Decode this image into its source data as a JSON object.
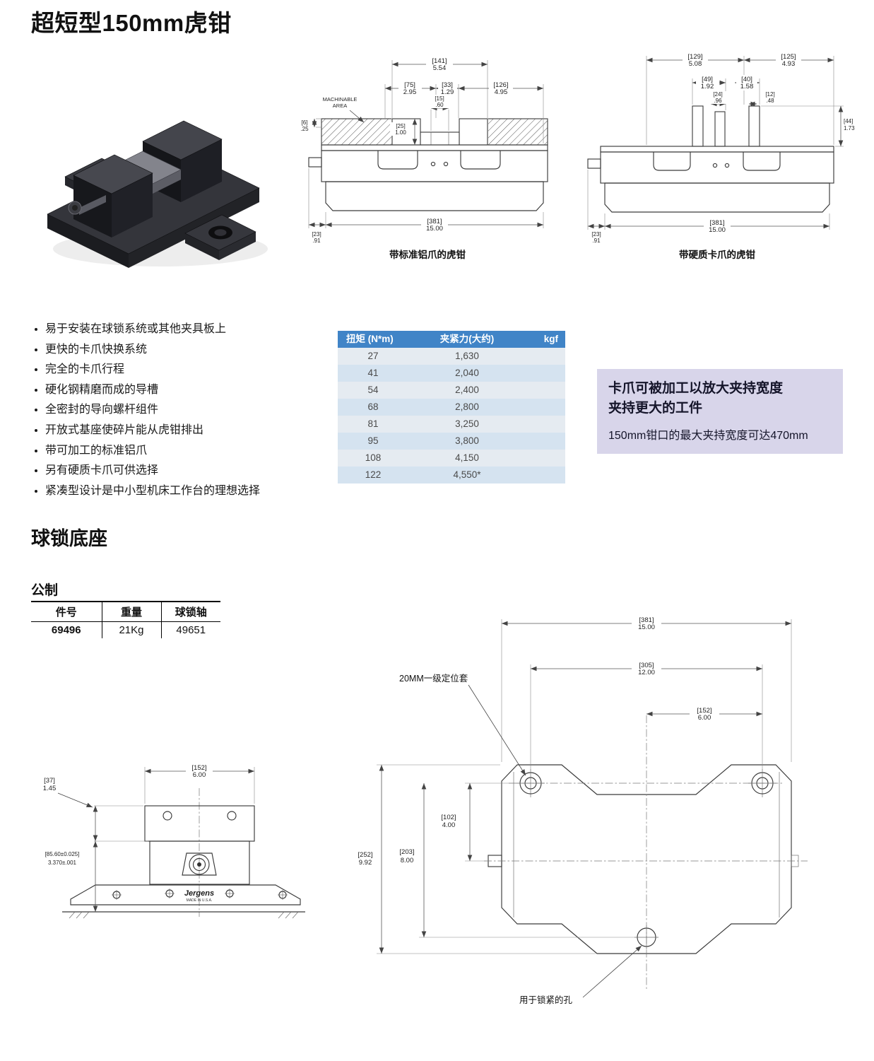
{
  "page": {
    "title": "超短型150mm虎钳",
    "section_heading": "球锁底座",
    "metric_label": "公制"
  },
  "features": [
    "易于安装在球锁系统或其他夹具板上",
    "更快的卡爪快换系统",
    "完全的卡爪行程",
    "硬化钢精磨而成的导槽",
    "全密封的导向螺杆组件",
    "开放式基座使碎片能从虎钳排出",
    "带可加工的标准铝爪",
    "另有硬质卡爪可供选择",
    "紧凑型设计是中小型机床工作台的理想选择"
  ],
  "torque_table": {
    "headers": [
      "扭矩  (N*m)",
      "夹紧力(大约)",
      "kgf"
    ],
    "rows": [
      [
        "27",
        "1,630"
      ],
      [
        "41",
        "2,040"
      ],
      [
        "54",
        "2,400"
      ],
      [
        "68",
        "2,800"
      ],
      [
        "81",
        "3,250"
      ],
      [
        "95",
        "3,800"
      ],
      [
        "108",
        "4,150"
      ],
      [
        "122",
        "4,550*"
      ]
    ]
  },
  "callout": {
    "line1": "卡爪可被加工以放大夹持宽度",
    "line2": "夹持更大的工件",
    "note": "150mm钳口的最大夹持宽度可达470mm"
  },
  "base_table": {
    "headers": [
      "件号",
      "重量",
      "球锁轴"
    ],
    "row": [
      "69496",
      "21Kg",
      "49651"
    ]
  },
  "drawing_std": {
    "caption": "带标准铝爪的虎钳",
    "machinable_area_1": "MACHINABLE",
    "machinable_area_2": "AREA",
    "dims": [
      {
        "mm": "[141]",
        "in": "5.54"
      },
      {
        "mm": "[75]",
        "in": "2.95"
      },
      {
        "mm": "[33]",
        "in": "1.29"
      },
      {
        "mm": "[126]",
        "in": "4.95"
      },
      {
        "mm": "[15]",
        "in": ".60"
      },
      {
        "mm": "[25]",
        "in": "1.00"
      },
      {
        "mm": "[6]",
        "in": ".25"
      },
      {
        "mm": "[381]",
        "in": "15.00"
      },
      {
        "mm": "[23]",
        "in": ".91"
      }
    ]
  },
  "drawing_hard": {
    "caption": "带硬质卡爪的虎钳",
    "dims": [
      {
        "mm": "[129]",
        "in": "5.08"
      },
      {
        "mm": "[125]",
        "in": "4.93"
      },
      {
        "mm": "[49]",
        "in": "1.92"
      },
      {
        "mm": "[40]",
        "in": "1.58"
      },
      {
        "mm": "[24]",
        "in": ".96"
      },
      {
        "mm": "[12]",
        "in": ".48"
      },
      {
        "mm": "[44]",
        "in": "1.73"
      },
      {
        "mm": "[381]",
        "in": "15.00"
      },
      {
        "mm": "[23]",
        "in": ".91"
      }
    ]
  },
  "front_view": {
    "logo": "Jergens",
    "logo_sub": "MADE IN U.S.A.",
    "dims": [
      {
        "mm": "[152]",
        "in": "6.00"
      },
      {
        "mm": "[37]",
        "in": "1.45"
      },
      {
        "mm": "[85.60±0.025]",
        "in": "3.370±.001"
      }
    ]
  },
  "top_view": {
    "label_locator": "20MM一级定位套",
    "label_lock": "用于锁紧的孔",
    "dims": [
      {
        "mm": "[381]",
        "in": "15.00"
      },
      {
        "mm": "[305]",
        "in": "12.00"
      },
      {
        "mm": "[152]",
        "in": "6.00"
      },
      {
        "mm": "[102]",
        "in": "4.00"
      },
      {
        "mm": "[252]",
        "in": "9.92"
      },
      {
        "mm": "[203]",
        "in": "8.00"
      }
    ]
  },
  "colors": {
    "table_header_bg": "#4084c7",
    "table_row_alt_a": "#e5ebf1",
    "table_row_alt_b": "#d5e3f0",
    "callout_bg": "#d8d5ea"
  }
}
